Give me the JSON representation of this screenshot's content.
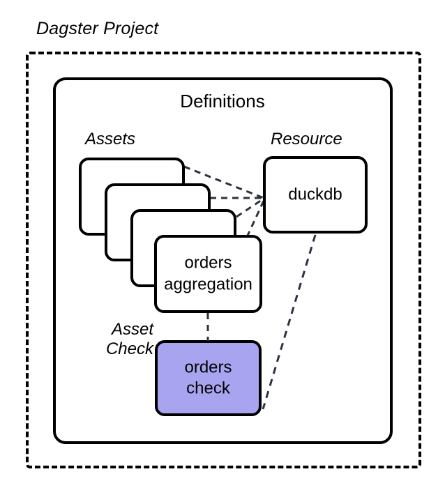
{
  "diagram": {
    "title": "Dagster Project",
    "container": {
      "label": "Definitions"
    },
    "sections": {
      "assets_label": "Assets",
      "resource_label": "Resource",
      "asset_check_label_line1": "Asset",
      "asset_check_label_line2": "Check"
    },
    "nodes": {
      "asset_stack": [
        {
          "id": "asset-1",
          "label": ""
        },
        {
          "id": "asset-2",
          "label": ""
        },
        {
          "id": "asset-3",
          "label": ""
        },
        {
          "id": "asset-4",
          "label": "orders\naggregation"
        }
      ],
      "asset_front_line1": "orders",
      "asset_front_line2": "aggregation",
      "resource": {
        "id": "duckdb",
        "label": "duckdb"
      },
      "asset_check": {
        "id": "orders-check",
        "line1": "orders",
        "line2": "check"
      }
    },
    "colors": {
      "stroke": "#000000",
      "background": "#ffffff",
      "asset_check_fill": "#A8A4F0",
      "edge": "#2E3142"
    },
    "edges": [
      {
        "from": "asset-1",
        "to": "duckdb",
        "style": "dashed"
      },
      {
        "from": "asset-2",
        "to": "duckdb",
        "style": "dashed"
      },
      {
        "from": "asset-3",
        "to": "duckdb",
        "style": "dashed"
      },
      {
        "from": "asset-4",
        "to": "duckdb",
        "style": "dashed"
      },
      {
        "from": "asset-4",
        "to": "orders-check",
        "style": "dashed"
      },
      {
        "from": "duckdb",
        "to": "orders-check",
        "style": "dashed"
      }
    ]
  }
}
